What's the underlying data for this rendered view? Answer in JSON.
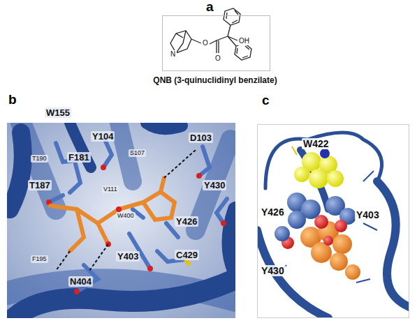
{
  "diagram": {
    "nodes": [
      {
        "text": [
          "a"
        ]
      },
      {
        "text": [
          "b"
        ]
      },
      {
        "text": [
          "c"
        ]
      }
    ],
    "labels": [
      "N",
      "O",
      "O",
      "OH",
      "QNB (3-quinuclidinyl benzilate)",
      "W155",
      "Y104",
      "D103",
      "F181",
      "S107",
      "T190",
      "T187",
      "V111",
      "Y430",
      "W400",
      "Y426",
      "F195",
      "Y403",
      "C429",
      "N404",
      "W422",
      "Y426",
      "Y403",
      "Y430"
    ]
  }
}
